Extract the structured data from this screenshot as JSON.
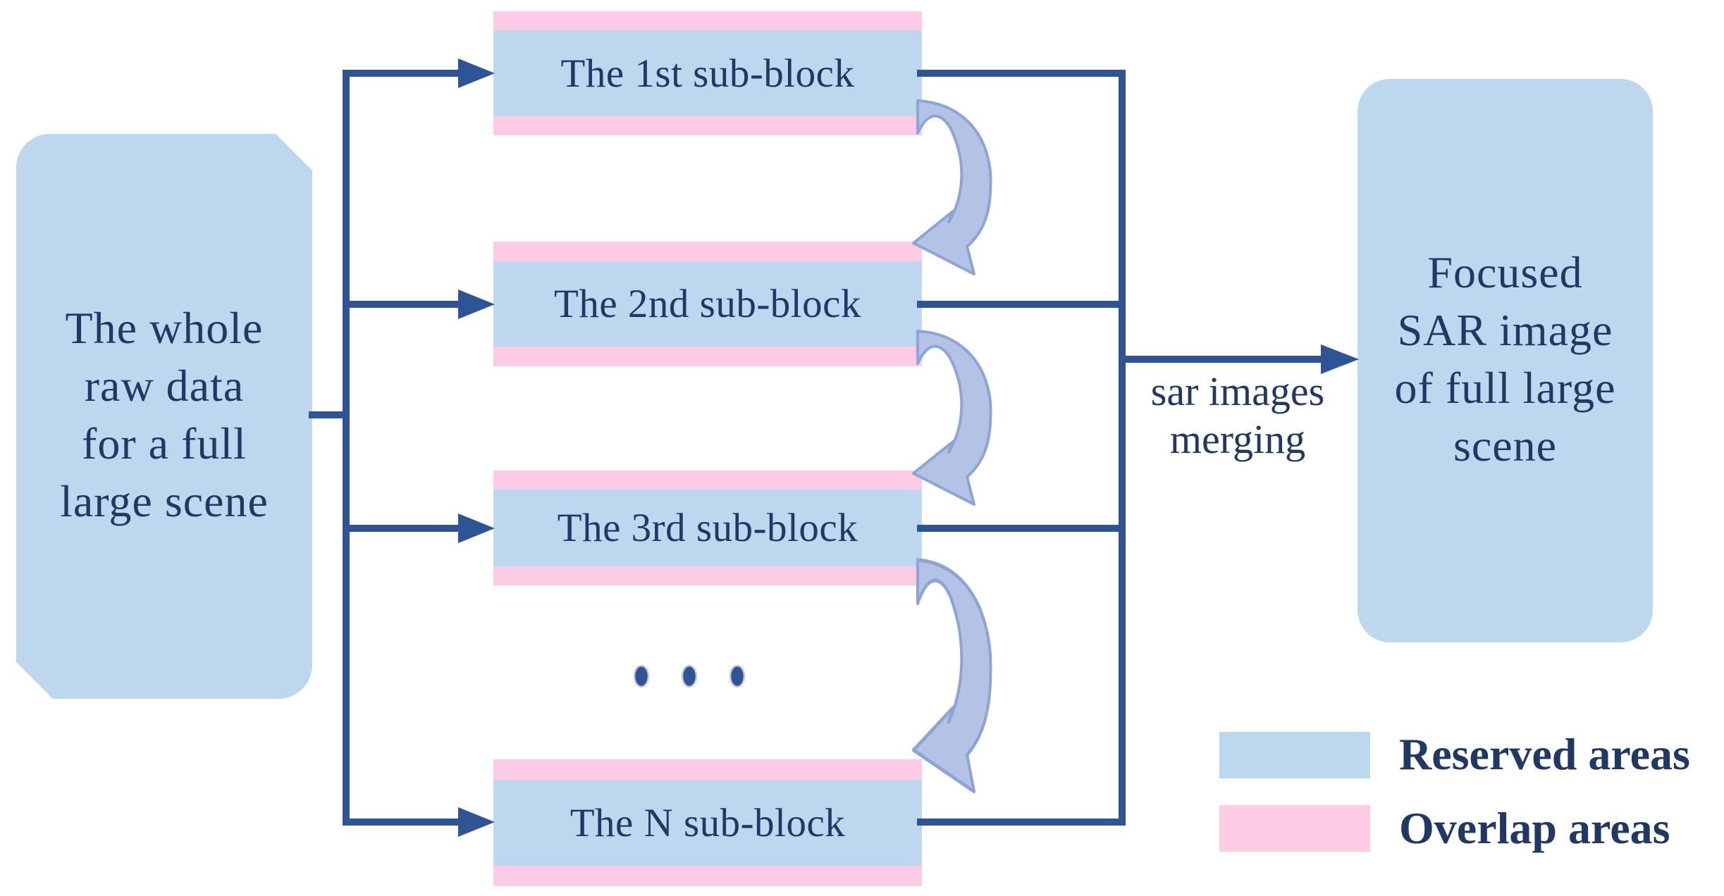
{
  "colors": {
    "reserved_fill": "#BDD7EE",
    "overlap_fill": "#FBCCE4",
    "text_navy": "#1F3864",
    "connector_blue": "#2E5496",
    "curved_arrow_fill": "#B3C2E5",
    "curved_arrow_stroke": "#8CA5D5"
  },
  "source_box": {
    "lines": [
      "The whole",
      "raw data",
      "for a full",
      "large scene"
    ]
  },
  "sub_blocks": [
    {
      "label": "The 1st sub-block"
    },
    {
      "label": "The 2nd sub-block"
    },
    {
      "label": "The 3rd sub-block"
    },
    {
      "label": "The N sub-block"
    }
  ],
  "merge_label": {
    "lines": [
      "sar images",
      "merging"
    ]
  },
  "result_box": {
    "lines": [
      "Focused",
      "SAR image",
      "of full large",
      "scene"
    ]
  },
  "legend": {
    "reserved": "Reserved areas",
    "overlap": "Overlap areas"
  }
}
